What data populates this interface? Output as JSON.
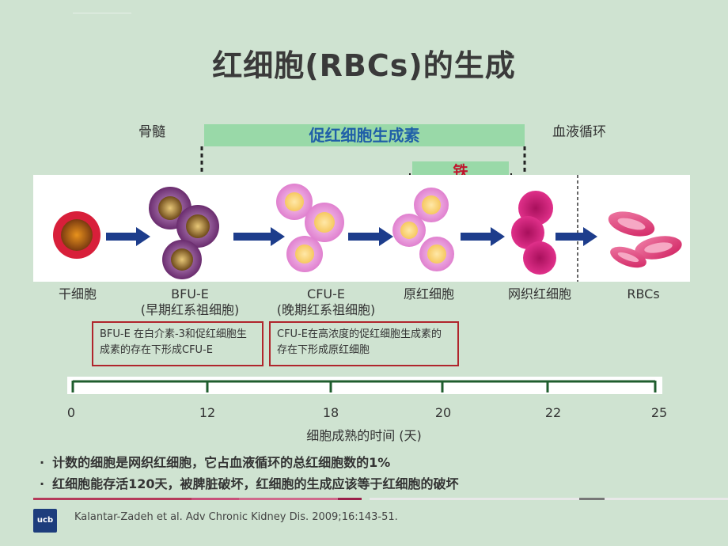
{
  "title": "红细胞(RBCs)的生成",
  "regions": {
    "bone_marrow": "骨髓",
    "circulation": "血液循环"
  },
  "bars": {
    "epo": "促红细胞生成素",
    "iron": "铁"
  },
  "stages": [
    {
      "name": "干细胞",
      "sub": ""
    },
    {
      "name": "BFU-E",
      "sub": "(早期红系祖细胞)"
    },
    {
      "name": "CFU-E",
      "sub": "(晚期红系祖细胞)"
    },
    {
      "name": "原红细胞",
      "sub": ""
    },
    {
      "name": "网织红细胞",
      "sub": ""
    },
    {
      "name": "RBCs",
      "sub": ""
    }
  ],
  "notes": [
    "BFU-E 在白介素-3和促红细胞生成素的存在下形成CFU-E",
    "CFU-E在高浓度的促红细胞生成素的存在下形成原红细胞"
  ],
  "timeline": {
    "ticks": [
      "0",
      "12",
      "18",
      "20",
      "22",
      "25"
    ],
    "label": "细胞成熟的时间 (天)"
  },
  "bullets": [
    "计数的细胞是网织红细胞，它占血液循环的总红细胞数的1%",
    "红细胞能存活120天，被脾脏破坏，红细胞的生成应该等于红细胞的破坏"
  ],
  "citation": "Kalantar-Zadeh   et al. Adv  Chronic  Kidney  Dis. 2009;16:143-51.",
  "logo_text": "ucb",
  "colors": {
    "background": "#cfe3d1",
    "bar_green": "#99d9a8",
    "epo_text": "#1f5fa8",
    "iron_text": "#c0142c",
    "note_border": "#b0252c",
    "arrow_navy": "#1d3d8c"
  }
}
